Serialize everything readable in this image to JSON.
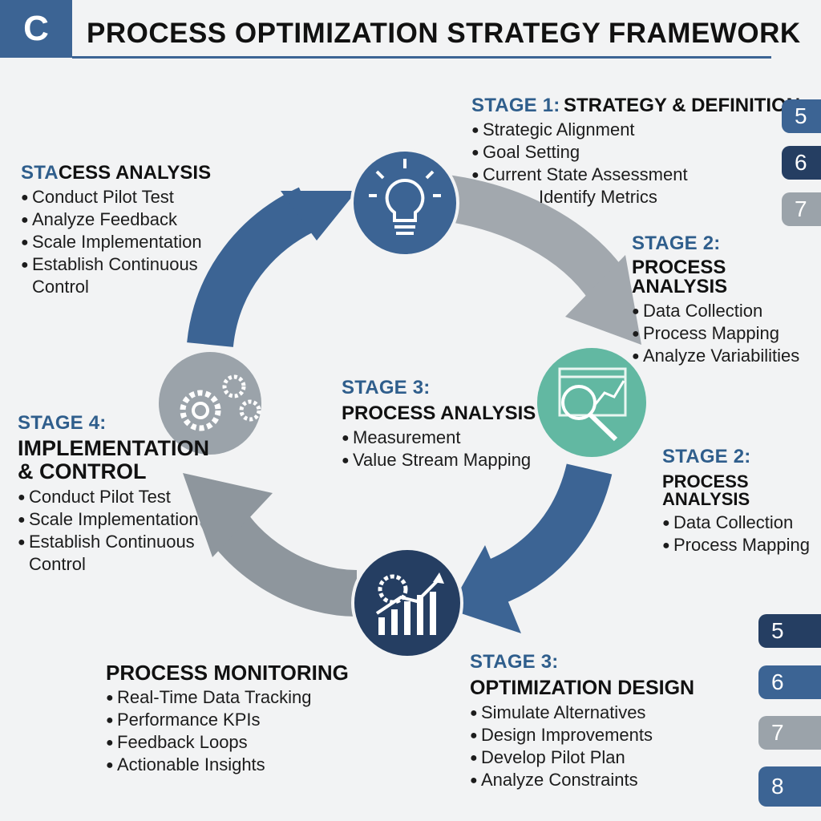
{
  "header": {
    "badge": "C",
    "title": "PROCESS OPTIMIZATION STRATEGY FRAMEWORK"
  },
  "blocks": {
    "top_right": {
      "stage": "STAGE 1:",
      "title": "STRATEGY & DEFINITION",
      "items": [
        "Strategic Alignment",
        "Goal Setting",
        "Current State Assessment"
      ],
      "extra": "Identify Metrics"
    },
    "top_left": {
      "stage_part": "STA",
      "title_part": "CESS ANALYSIS",
      "items": [
        "Conduct Pilot Test",
        "Analyze Feedback",
        "Scale Implementation",
        "Establish Continuous"
      ],
      "cont": "Control"
    },
    "right_upper": {
      "stage": "STAGE 2:",
      "title": "PROCESS ANALYSIS",
      "items": [
        "Data Collection",
        "Process Mapping",
        "Analyze Variabilities"
      ]
    },
    "center": {
      "stage": "STAGE 3:",
      "title": "PROCESS ANALYSIS",
      "items": [
        "Measurement",
        "Value Stream Mapping"
      ]
    },
    "left_middle": {
      "stage": "STAGE 4:",
      "title1": "IMPLEMENTATION",
      "title2": "& CONTROL",
      "items": [
        "Conduct Pilot Test",
        "Scale Implementation",
        "Establish Continuous"
      ],
      "cont": "Control"
    },
    "right_lower": {
      "stage": "STAGE 2:",
      "title": "PROCESS ANALYSIS",
      "items": [
        "Data Collection",
        "Process Mapping"
      ]
    },
    "bottom_left": {
      "title": "PROCESS MONITORING",
      "items": [
        "Real-Time Data Tracking",
        "Performance KPIs",
        "Feedback Loops",
        "Actionable Insights"
      ]
    },
    "bottom_right": {
      "stage": "STAGE 3:",
      "title": "OPTIMIZATION DESIGN",
      "items": [
        "Simulate Alternatives",
        "Design Improvements",
        "Develop Pilot Plan",
        "Analyze Constraints"
      ]
    }
  },
  "tabs_top": [
    "5",
    "6",
    "7"
  ],
  "tabs_bottom": [
    "5",
    "6",
    "7",
    "8"
  ],
  "icons": [
    "lightbulb-icon",
    "gears-icon",
    "analytics-magnifier-icon",
    "gear-growth-chart-icon"
  ],
  "colors": {
    "blue": "#3c6494",
    "dark_blue": "#253e62",
    "grey": "#9ba3aa",
    "teal": "#62b8a2",
    "background": "#f2f3f4"
  }
}
